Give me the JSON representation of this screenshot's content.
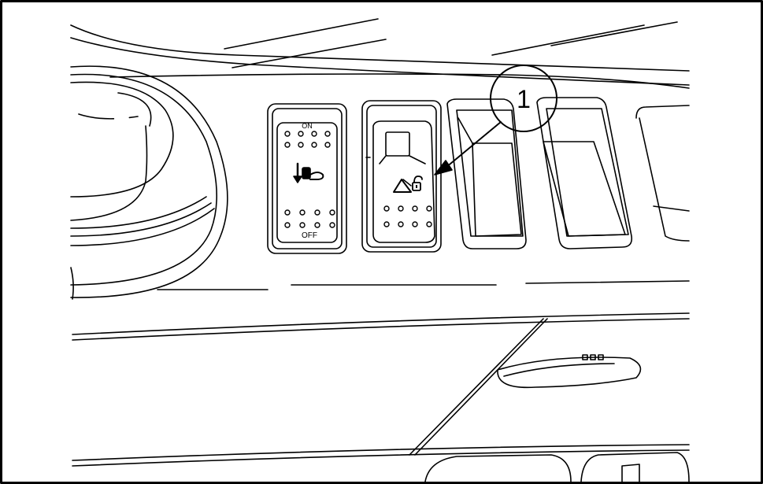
{
  "illustration": {
    "line_color": "#000000",
    "background_color": "#ffffff"
  },
  "left_switch": {
    "top_label": "ON",
    "bottom_label": "OFF",
    "symbol": "lower-seat-icon"
  },
  "right_switch": {
    "symbol": "triangle-unlock-icon"
  },
  "callout": {
    "number": "1"
  }
}
